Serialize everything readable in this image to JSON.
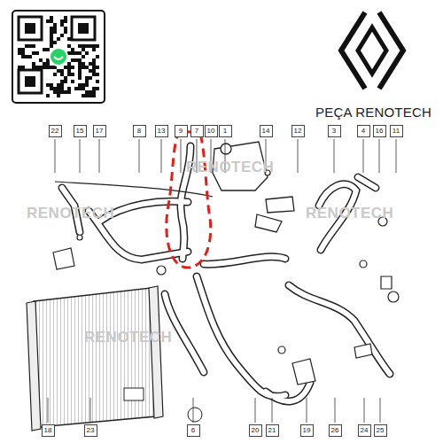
{
  "diagram": {
    "labels": [
      "PEÇA RENOTECH",
      "22",
      "15",
      "17",
      "8",
      "13",
      "9",
      "7",
      "10",
      "1",
      "14",
      "12",
      "3",
      "4",
      "16",
      "11",
      "18",
      "23",
      "6",
      "20",
      "21",
      "19",
      "26",
      "24",
      "25",
      "RENOTECH",
      "RENOTECH",
      "RENOTECH",
      "RENOTECH"
    ]
  }
}
